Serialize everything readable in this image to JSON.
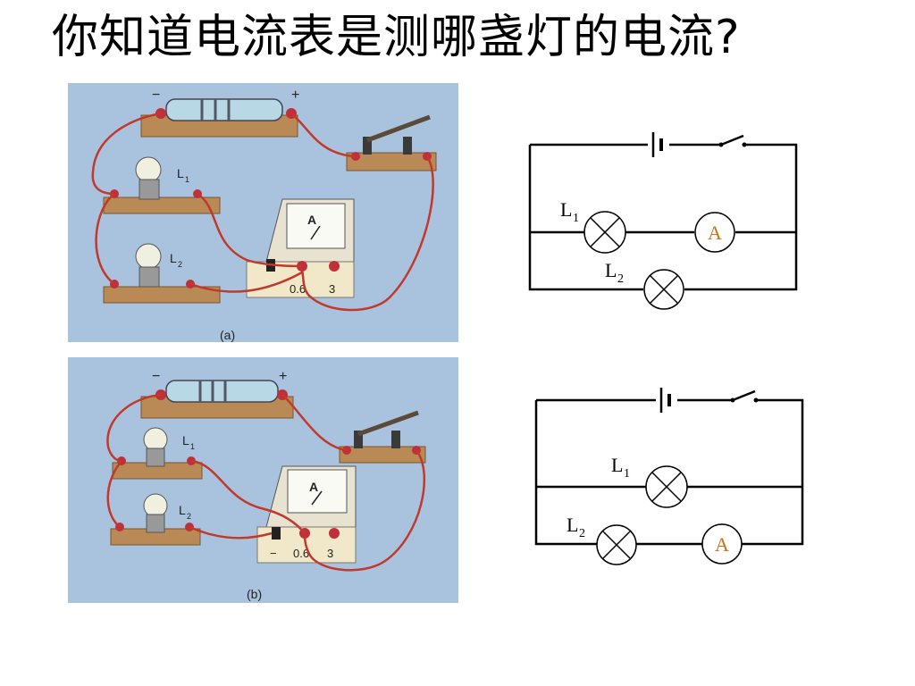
{
  "slide": {
    "title": "你知道电流表是测哪盏灯的电流?"
  },
  "photo_a": {
    "caption": "(a)",
    "minus_sign": "−",
    "plus_sign": "+",
    "lamp1_label": "L",
    "lamp1_sub": "1",
    "lamp2_label": "L",
    "lamp2_sub": "2",
    "meter_letter": "A",
    "terminal_06": "0.6",
    "terminal_3": "3"
  },
  "photo_b": {
    "caption": "(b)",
    "minus_sign": "−",
    "plus_sign": "+",
    "lamp1_label": "L",
    "lamp1_sub": "1",
    "lamp2_label": "L",
    "lamp2_sub": "2",
    "meter_letter": "A",
    "terminal_minus": "−",
    "terminal_06": "0.6",
    "terminal_3": "3"
  },
  "schematic_a": {
    "lamp1_label": "L",
    "lamp1_sub": "1",
    "lamp2_label": "L",
    "lamp2_sub": "2",
    "ammeter_label": "A"
  },
  "schematic_b": {
    "lamp1_label": "L",
    "lamp1_sub": "1",
    "lamp2_label": "L",
    "lamp2_sub": "2",
    "ammeter_label": "A"
  },
  "colors": {
    "photo_background": "#a9c3df",
    "wire": "#c0392b",
    "board": "#b98a55",
    "terminal": "#c0303a",
    "ammeter_symbol": "#c8731a"
  }
}
